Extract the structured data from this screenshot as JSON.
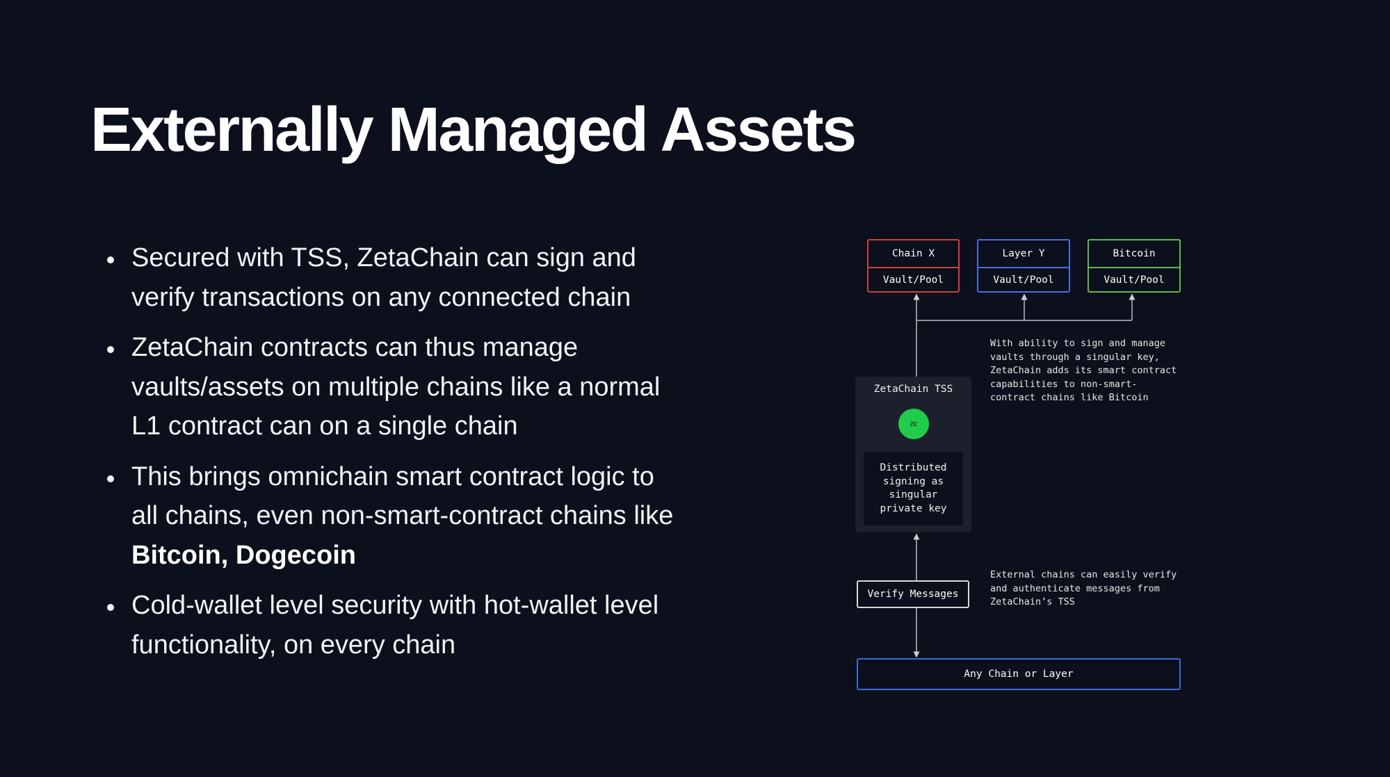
{
  "title": "Externally Managed Assets",
  "bullets": [
    {
      "text": "Secured with TSS, ZetaChain can sign and verify transactions on any connected chain"
    },
    {
      "text": "ZetaChain contracts can thus manage vaults/assets on multiple chains like a normal L1 contract can on a single chain"
    },
    {
      "text": "This brings omnichain smart contract logic to all chains, even non-smart-contract chains like ",
      "bold": "Bitcoin, Dogecoin"
    },
    {
      "text": "Cold-wallet level security with hot-wallet level functionality, on every chain"
    }
  ],
  "diagram": {
    "chains": [
      {
        "name": "Chain X",
        "vault": "Vault/Pool",
        "color": "#d0403a"
      },
      {
        "name": "Layer Y",
        "vault": "Vault/Pool",
        "color": "#4b6ee0"
      },
      {
        "name": "Bitcoin",
        "vault": "Vault/Pool",
        "color": "#5dbb4b"
      }
    ],
    "tss": {
      "title": "ZetaChain TSS",
      "logo_text": "ZE",
      "logo_color": "#21cc4a",
      "description": "Distributed\nsigning as\nsingular\nprivate key"
    },
    "top_note": "With ability to sign and manage\nvaults through a singular key,\nZetaChain adds its smart contract\ncapabilities to non-smart-\ncontract chains like Bitcoin",
    "verify_label": "Verify Messages",
    "bottom_note": "External chains can easily verify\nand authenticate messages from\nZetaChain’s TSS",
    "any_chain_label": "Any Chain or Layer"
  }
}
